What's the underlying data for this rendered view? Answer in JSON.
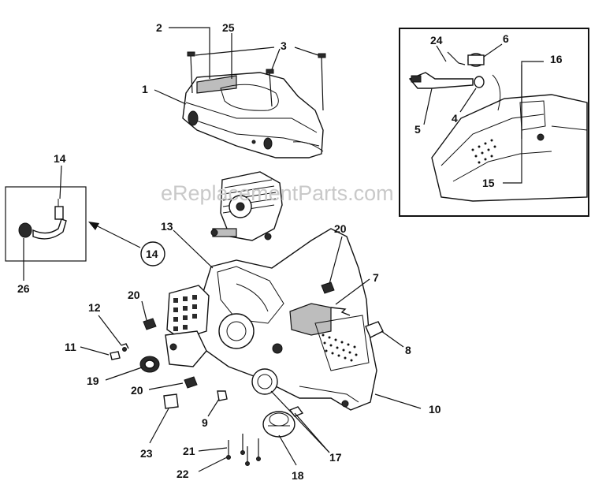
{
  "watermark": "eReplacementParts.com",
  "callouts": {
    "c1": "1",
    "c2": "2",
    "c3": "3",
    "c4": "4",
    "c5": "5",
    "c6": "6",
    "c7": "7",
    "c8": "8",
    "c9": "9",
    "c10": "10",
    "c11": "11",
    "c12": "12",
    "c13": "13",
    "c14_inset": "14",
    "c14_circle": "14",
    "c15": "15",
    "c16": "16",
    "c17": "17",
    "c18": "18",
    "c19": "19",
    "c20a": "20",
    "c20b": "20",
    "c20c": "20",
    "c21": "21",
    "c22": "22",
    "c23": "23",
    "c24": "24",
    "c25": "25",
    "c26": "26"
  },
  "colors": {
    "ink": "#111111",
    "watermark": "#c9c9c9",
    "shade": "#bdbdbd"
  }
}
